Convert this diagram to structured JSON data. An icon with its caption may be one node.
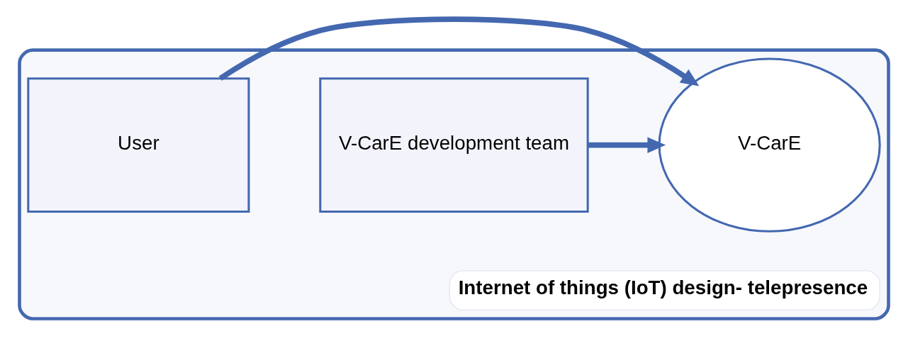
{
  "diagram": {
    "nodes": [
      {
        "text": [],
        "shape": "ellipse"
      },
      {
        "text": [
          "V-CarE development team"
        ],
        "in": 0
      },
      {
        "text": [
          "V-CarE"
        ],
        "in": 0
      },
      {
        "text": [
          "User"
        ],
        "in": 0
      },
      {
        "text": [
          "Internet of things (IoT) design- telepresence"
        ],
        "in": 0
      }
    ],
    "edges": [
      {
        "from": 1,
        "to": 2,
        "arrow": "to"
      },
      {
        "from": 3,
        "to": 2,
        "arrow": "to"
      }
    ]
  }
}
